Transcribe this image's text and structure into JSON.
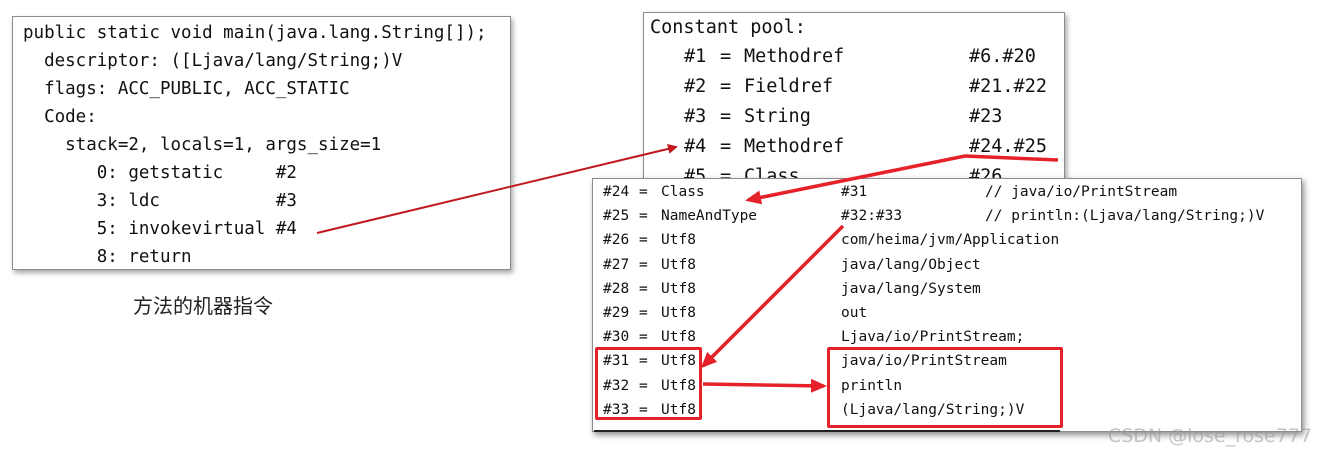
{
  "bytecode": {
    "lines": [
      "public static void main(java.lang.String[]);",
      "  descriptor: ([Ljava/lang/String;)V",
      "  flags: ACC_PUBLIC, ACC_STATIC",
      "  Code:",
      "    stack=2, locals=1, args_size=1",
      "       0: getstatic     #2",
      "       3: ldc           #3",
      "       5: invokevirtual #4",
      "       8: return"
    ]
  },
  "caption": "方法的机器指令",
  "pool_top": {
    "title": "Constant pool:",
    "entries": [
      {
        "index": "#1",
        "type": "Methodref",
        "ref": "#6.#20"
      },
      {
        "index": "#2",
        "type": "Fieldref",
        "ref": "#21.#22"
      },
      {
        "index": "#3",
        "type": "String",
        "ref": "#23"
      },
      {
        "index": "#4",
        "type": "Methodref",
        "ref": "#24.#25"
      },
      {
        "index": "#5",
        "type": "Class",
        "ref": "#26"
      }
    ]
  },
  "pool_bottom": {
    "entries": [
      {
        "index": "#24",
        "type": "Class",
        "value": "#31",
        "comment": "// java/io/PrintStream"
      },
      {
        "index": "#25",
        "type": "NameAndType",
        "value": "#32:#33",
        "comment": "// println:(Ljava/lang/String;)V"
      },
      {
        "index": "#26",
        "type": "Utf8",
        "value": "com/heima/jvm/Application",
        "comment": ""
      },
      {
        "index": "#27",
        "type": "Utf8",
        "value": "java/lang/Object",
        "comment": ""
      },
      {
        "index": "#28",
        "type": "Utf8",
        "value": "java/lang/System",
        "comment": ""
      },
      {
        "index": "#29",
        "type": "Utf8",
        "value": "out",
        "comment": ""
      },
      {
        "index": "#30",
        "type": "Utf8",
        "value": "Ljava/io/PrintStream;",
        "comment": ""
      },
      {
        "index": "#31",
        "type": "Utf8",
        "value": "java/io/PrintStream",
        "comment": ""
      },
      {
        "index": "#32",
        "type": "Utf8",
        "value": "println",
        "comment": ""
      },
      {
        "index": "#33",
        "type": "Utf8",
        "value": "(Ljava/lang/String;)V",
        "comment": ""
      }
    ]
  },
  "watermark": "CSDN @lose_rose777",
  "colors": {
    "highlight": "#e5212a",
    "connector": "#c0191f"
  }
}
